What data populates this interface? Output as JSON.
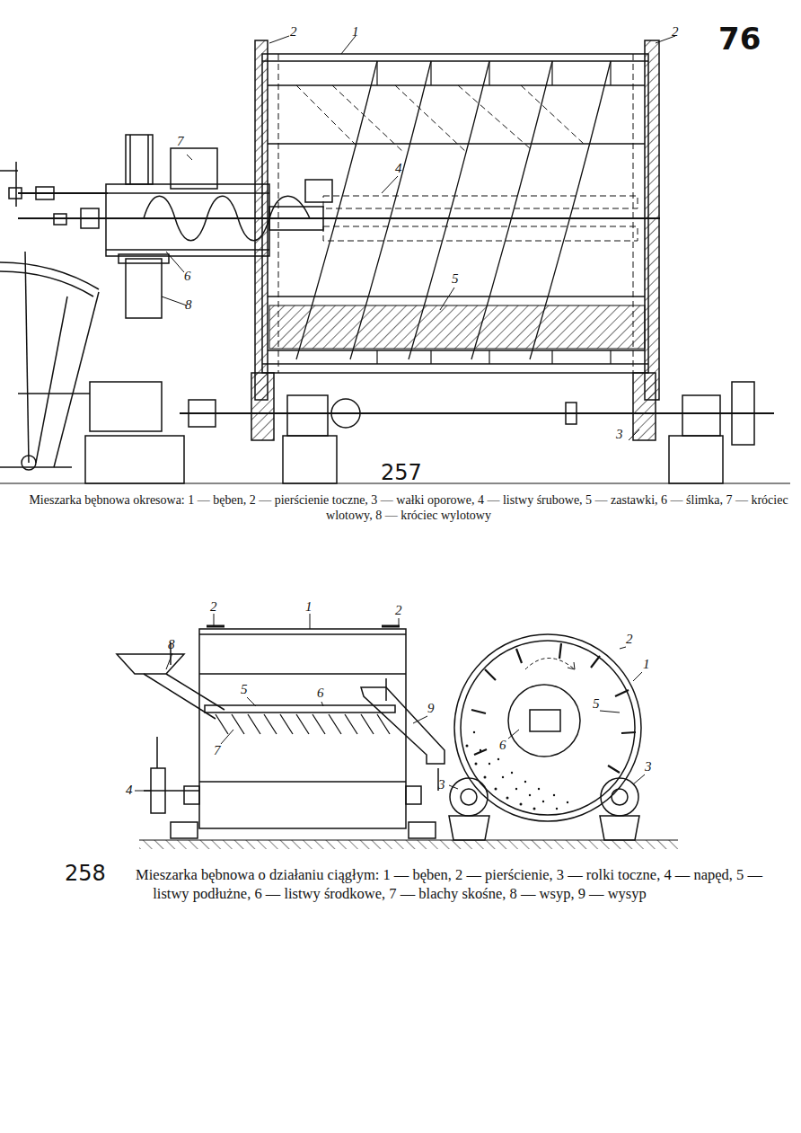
{
  "diagram": {
    "labels": [
      "76",
      "2",
      "1",
      "2",
      "7",
      "4",
      "6",
      "8",
      "5",
      "3",
      "257",
      "Mieszarka bębnowa okresowa: 1 — bęben, 2 — pierścienie toczne, 3 — wałki oporowe, 4 — listwy śrubowe, 5 — zastawki, 6 — ślimka, 7 — króciec wlotowy, 8 — króciec wylotowy",
      "2",
      "1",
      "2",
      "8",
      "5",
      "6",
      "9",
      "7",
      "4",
      "3",
      "2",
      "1",
      "5",
      "6",
      "3",
      "258",
      "Mieszarka bębnowa o działaniu ciągłym: 1 — bęben, 2 — pierścienie, 3 — rolki toczne, 4 — napęd, 5 — listwy podłużne, 6 — listwy środkowe, 7 — blachy skośne, 8 — wsyp, 9 — wysyp"
    ]
  }
}
